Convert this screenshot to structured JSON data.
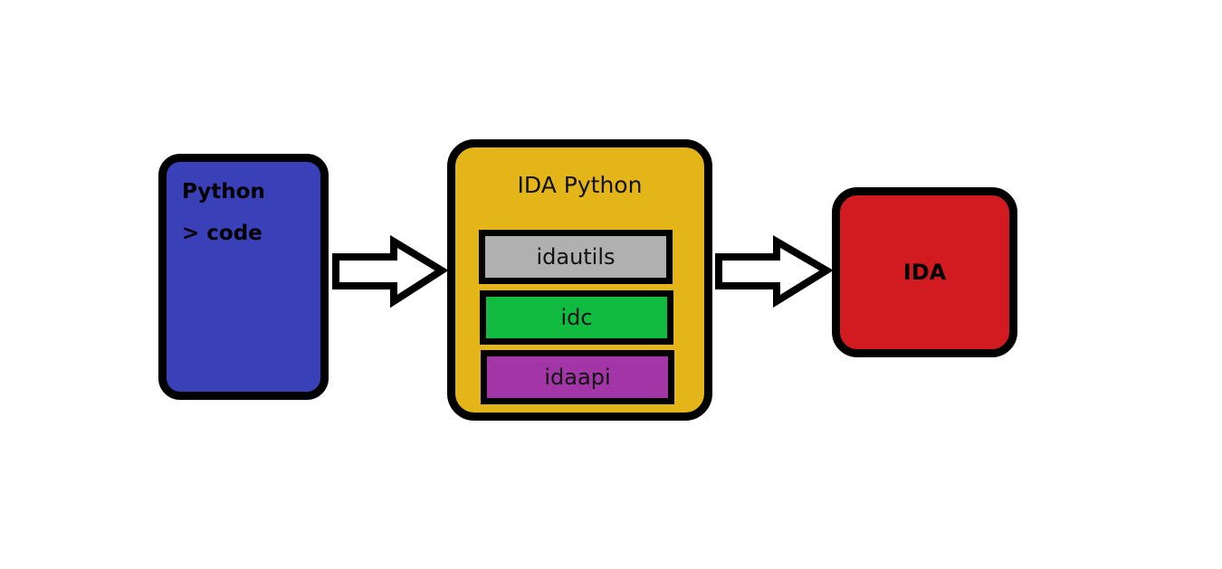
{
  "python_box": {
    "line1": "Python",
    "line2": "> code",
    "color": "#3a41b8"
  },
  "ida_python_box": {
    "title": "IDA Python",
    "color": "#e3b519",
    "modules": [
      {
        "label": "idautils",
        "color": "#b0b0b0"
      },
      {
        "label": "idc",
        "color": "#11bb3f"
      },
      {
        "label": "idaapi",
        "color": "#a236a7"
      }
    ]
  },
  "ida_box": {
    "label": "IDA",
    "color": "#d21a21"
  },
  "edges": [
    {
      "from": "python_box",
      "to": "ida_python_box"
    },
    {
      "from": "ida_python_box",
      "to": "ida_box"
    }
  ]
}
